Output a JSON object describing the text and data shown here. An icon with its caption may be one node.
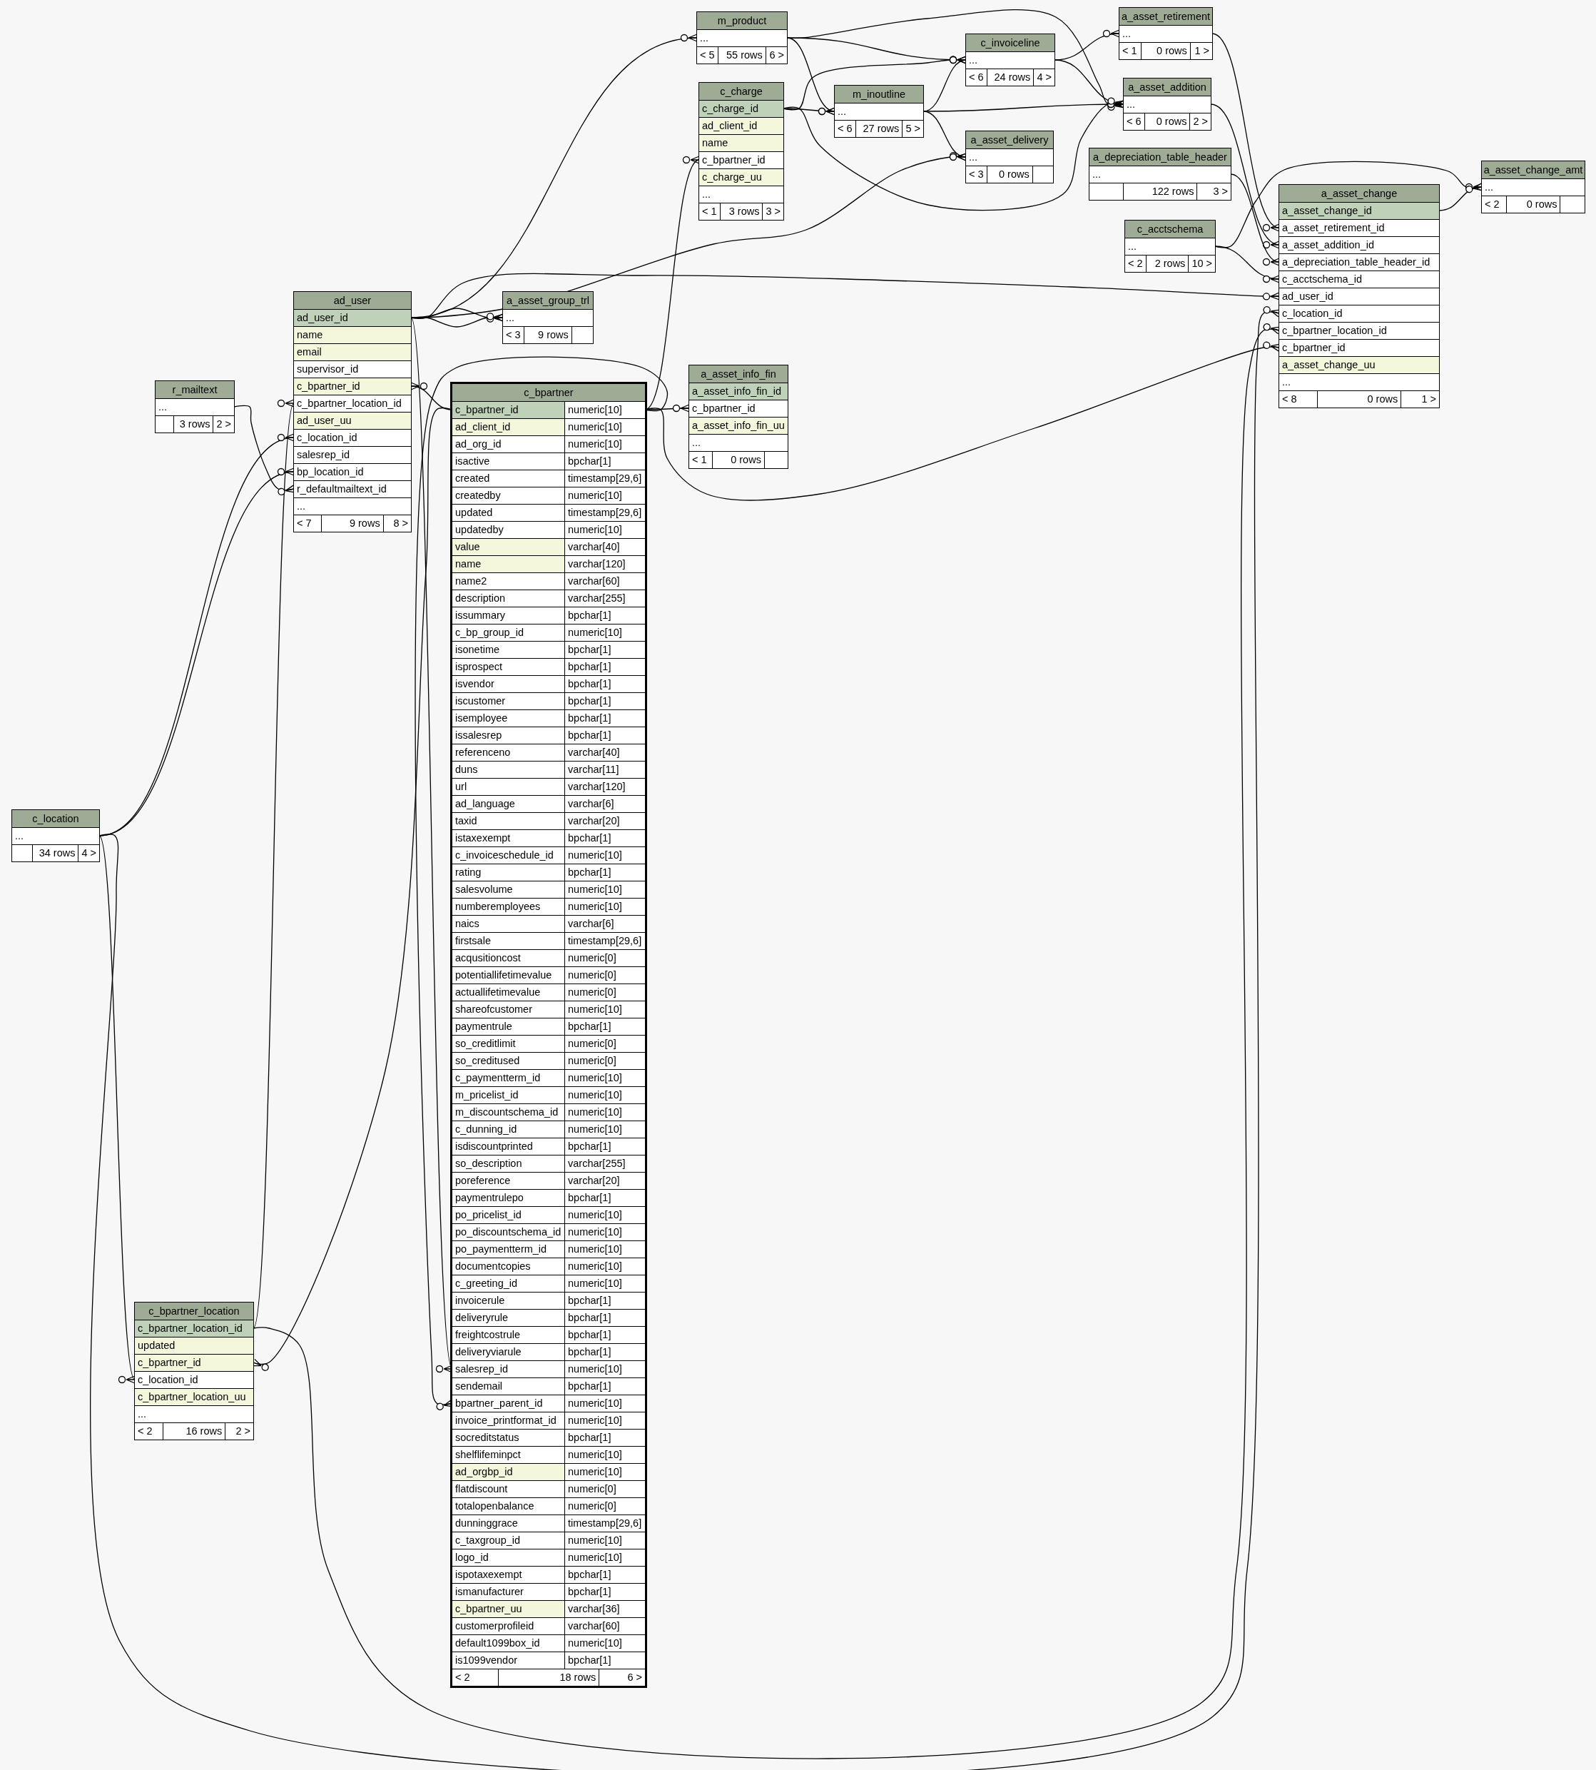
{
  "diagram": {
    "nodes": [
      {
        "text": [
          "m_product"
        ]
      },
      {
        "text": [
          "..."
        ],
        "in": 0
      },
      {
        "text": [
          "< 5"
        ],
        "in": 0
      },
      {
        "text": [
          "55 rows"
        ],
        "in": 0
      },
      {
        "text": [
          "6 >"
        ],
        "in": 0
      },
      {
        "text": [
          "c_invoiceline"
        ]
      },
      {
        "text": [
          "..."
        ],
        "in": 5
      },
      {
        "text": [
          "< 6"
        ],
        "in": 5
      },
      {
        "text": [
          "24 rows"
        ],
        "in": 5
      },
      {
        "text": [
          "4 >"
        ],
        "in": 5
      },
      {
        "text": [
          "a_asset_retirement"
        ]
      },
      {
        "text": [
          "..."
        ],
        "in": 10
      },
      {
        "text": [
          "< 1"
        ],
        "in": 10
      },
      {
        "text": [
          "0 rows"
        ],
        "in": 10
      },
      {
        "text": [
          "1 >"
        ],
        "in": 10
      },
      {
        "text": [
          "c_charge"
        ]
      },
      {
        "text": [
          "c_charge_id"
        ],
        "in": 15
      },
      {
        "text": [
          "ad_client_id"
        ],
        "in": 15
      },
      {
        "text": [
          "name"
        ],
        "in": 15
      },
      {
        "text": [
          "c_bpartner_id"
        ],
        "in": 15
      },
      {
        "text": [
          "c_charge_uu"
        ],
        "in": 15
      },
      {
        "text": [
          "..."
        ],
        "in": 15
      },
      {
        "text": [
          "< 1"
        ],
        "in": 15
      },
      {
        "text": [
          "3 rows"
        ],
        "in": 15
      },
      {
        "text": [
          "3 >"
        ],
        "in": 15
      },
      {
        "text": [
          "m_inoutline"
        ]
      },
      {
        "text": [
          "..."
        ],
        "in": 25
      },
      {
        "text": [
          "< 6"
        ],
        "in": 25
      },
      {
        "text": [
          "27 rows"
        ],
        "in": 25
      },
      {
        "text": [
          "5 >"
        ],
        "in": 25
      },
      {
        "text": [
          "a_asset_addition"
        ]
      },
      {
        "text": [
          "..."
        ],
        "in": 30
      },
      {
        "text": [
          "< 6"
        ],
        "in": 30
      },
      {
        "text": [
          "0 rows"
        ],
        "in": 30
      },
      {
        "text": [
          "2 >"
        ],
        "in": 30
      },
      {
        "text": [
          "a_asset_delivery"
        ]
      },
      {
        "text": [
          "..."
        ],
        "in": 35
      },
      {
        "text": [
          "< 3"
        ],
        "in": 35
      },
      {
        "text": [
          "0 rows"
        ],
        "in": 35
      },
      {
        "text": [],
        "shape": "box",
        "in": 35
      },
      {
        "text": [
          "a_depreciation_table_header"
        ]
      },
      {
        "text": [
          "..."
        ],
        "in": 40
      },
      {
        "text": [],
        "shape": "box",
        "in": 40
      },
      {
        "text": [
          "122 rows"
        ],
        "in": 40
      },
      {
        "text": [
          "3 >"
        ],
        "in": 40
      },
      {
        "text": [
          "a_asset_change_amt"
        ]
      },
      {
        "text": [
          "..."
        ],
        "in": 45
      },
      {
        "text": [
          "< 2"
        ],
        "in": 45
      },
      {
        "text": [
          "0 rows"
        ],
        "in": 45
      },
      {
        "text": [],
        "shape": "box",
        "in": 45
      },
      {
        "text": [
          "a_asset_change"
        ]
      },
      {
        "text": [
          "a_asset_change_id"
        ],
        "in": 50
      },
      {
        "text": [
          "a_asset_retirement_id"
        ],
        "in": 50
      },
      {
        "text": [
          "a_asset_addition_id"
        ],
        "in": 50
      },
      {
        "text": [
          "a_depreciation_table_header_id"
        ],
        "in": 50
      },
      {
        "text": [
          "c_acctschema_id"
        ],
        "in": 50
      },
      {
        "text": [
          "ad_user_id"
        ],
        "in": 50
      },
      {
        "text": [
          "c_location_id"
        ],
        "in": 50
      },
      {
        "text": [
          "c_bpartner_location_id"
        ],
        "in": 50
      },
      {
        "text": [
          "c_bpartner_id"
        ],
        "in": 50
      },
      {
        "text": [
          "a_asset_change_uu"
        ],
        "in": 50
      },
      {
        "text": [
          "..."
        ],
        "in": 50
      },
      {
        "text": [
          "< 8"
        ],
        "in": 50
      },
      {
        "text": [
          "0 rows"
        ],
        "in": 50
      },
      {
        "text": [
          "1 >"
        ],
        "in": 50
      },
      {
        "text": [
          "c_acctschema"
        ]
      },
      {
        "text": [
          "..."
        ],
        "in": 65
      },
      {
        "text": [
          "< 2"
        ],
        "in": 65
      },
      {
        "text": [
          "2 rows"
        ],
        "in": 65
      },
      {
        "text": [
          "10 >"
        ],
        "in": 65
      },
      {
        "text": [
          "ad_user"
        ]
      },
      {
        "text": [
          "ad_user_id"
        ],
        "in": 70
      },
      {
        "text": [
          "name"
        ],
        "in": 70
      },
      {
        "text": [
          "email"
        ],
        "in": 70
      },
      {
        "text": [
          "supervisor_id"
        ],
        "in": 70
      },
      {
        "text": [
          "c_bpartner_id"
        ],
        "in": 70
      },
      {
        "text": [
          "c_bpartner_location_id"
        ],
        "in": 70
      },
      {
        "text": [
          "ad_user_uu"
        ],
        "in": 70
      },
      {
        "text": [
          "c_location_id"
        ],
        "in": 70
      },
      {
        "text": [
          "salesrep_id"
        ],
        "in": 70
      },
      {
        "text": [
          "bp_location_id"
        ],
        "in": 70
      },
      {
        "text": [
          "r_defaultmailtext_id"
        ],
        "in": 70
      },
      {
        "text": [
          "..."
        ],
        "in": 70
      },
      {
        "text": [
          "< 7"
        ],
        "in": 70
      },
      {
        "text": [
          "9 rows"
        ],
        "in": 70
      },
      {
        "text": [
          "8 >"
        ],
        "in": 70
      },
      {
        "text": [
          "a_asset_group_trl"
        ]
      },
      {
        "text": [
          "..."
        ],
        "in": 86
      },
      {
        "text": [
          "< 3"
        ],
        "in": 86
      },
      {
        "text": [
          "9 rows"
        ],
        "in": 86
      },
      {
        "text": [],
        "shape": "box",
        "in": 86
      },
      {
        "text": [
          "r_mailtext"
        ]
      },
      {
        "text": [
          "..."
        ],
        "in": 91
      },
      {
        "text": [],
        "shape": "box",
        "in": 91
      },
      {
        "text": [
          "3 rows"
        ],
        "in": 91
      },
      {
        "text": [
          "2 >"
        ],
        "in": 91
      },
      {
        "text": [
          "a_asset_info_fin"
        ]
      },
      {
        "text": [
          "a_asset_info_fin_id"
        ],
        "in": 96
      },
      {
        "text": [
          "c_bpartner_id"
        ],
        "in": 96
      },
      {
        "text": [
          "a_asset_info_fin_uu"
        ],
        "in": 96
      },
      {
        "text": [
          "..."
        ],
        "in": 96
      },
      {
        "text": [
          "< 1"
        ],
        "in": 96
      },
      {
        "text": [
          "0 rows"
        ],
        "in": 96
      },
      {
        "text": [],
        "shape": "box",
        "in": 96
      },
      {
        "text": [
          "c_bpartner"
        ]
      },
      {
        "text": [
          "c_bpartner_id",
          "numeric[10]"
        ],
        "in": 104
      },
      {
        "text": [
          "ad_client_id",
          "numeric[10]"
        ],
        "in": 104
      },
      {
        "text": [
          "ad_org_id",
          "numeric[10]"
        ],
        "in": 104
      },
      {
        "text": [
          "isactive",
          "bpchar[1]"
        ],
        "in": 104
      },
      {
        "text": [
          "created",
          "timestamp[29,6]"
        ],
        "in": 104
      },
      {
        "text": [
          "createdby",
          "numeric[10]"
        ],
        "in": 104
      },
      {
        "text": [
          "updated",
          "timestamp[29,6]"
        ],
        "in": 104
      },
      {
        "text": [
          "updatedby",
          "numeric[10]"
        ],
        "in": 104
      },
      {
        "text": [
          "value",
          "varchar[40]"
        ],
        "in": 104
      },
      {
        "text": [
          "name",
          "varchar[120]"
        ],
        "in": 104
      },
      {
        "text": [
          "name2",
          "varchar[60]"
        ],
        "in": 104
      },
      {
        "text": [
          "description",
          "varchar[255]"
        ],
        "in": 104
      },
      {
        "text": [
          "issummary",
          "bpchar[1]"
        ],
        "in": 104
      },
      {
        "text": [
          "c_bp_group_id",
          "numeric[10]"
        ],
        "in": 104
      },
      {
        "text": [
          "isonetime",
          "bpchar[1]"
        ],
        "in": 104
      },
      {
        "text": [
          "isprospect",
          "bpchar[1]"
        ],
        "in": 104
      },
      {
        "text": [
          "isvendor",
          "bpchar[1]"
        ],
        "in": 104
      },
      {
        "text": [
          "iscustomer",
          "bpchar[1]"
        ],
        "in": 104
      },
      {
        "text": [
          "isemployee",
          "bpchar[1]"
        ],
        "in": 104
      },
      {
        "text": [
          "issalesrep",
          "bpchar[1]"
        ],
        "in": 104
      },
      {
        "text": [
          "referenceno",
          "varchar[40]"
        ],
        "in": 104
      },
      {
        "text": [
          "duns",
          "varchar[11]"
        ],
        "in": 104
      },
      {
        "text": [
          "url",
          "varchar[120]"
        ],
        "in": 104
      },
      {
        "text": [
          "ad_language",
          "varchar[6]"
        ],
        "in": 104
      },
      {
        "text": [
          "taxid",
          "varchar[20]"
        ],
        "in": 104
      },
      {
        "text": [
          "istaxexempt",
          "bpchar[1]"
        ],
        "in": 104
      },
      {
        "text": [
          "c_invoiceschedule_id",
          "numeric[10]"
        ],
        "in": 104
      },
      {
        "text": [
          "rating",
          "bpchar[1]"
        ],
        "in": 104
      },
      {
        "text": [
          "salesvolume",
          "numeric[10]"
        ],
        "in": 104
      },
      {
        "text": [
          "numberemployees",
          "numeric[10]"
        ],
        "in": 104
      },
      {
        "text": [
          "naics",
          "varchar[6]"
        ],
        "in": 104
      },
      {
        "text": [
          "firstsale",
          "timestamp[29,6]"
        ],
        "in": 104
      },
      {
        "text": [
          "acqusitioncost",
          "numeric[0]"
        ],
        "in": 104
      },
      {
        "text": [
          "potentiallifetimevalue",
          "numeric[0]"
        ],
        "in": 104
      },
      {
        "text": [
          "actuallifetimevalue",
          "numeric[0]"
        ],
        "in": 104
      },
      {
        "text": [
          "shareofcustomer",
          "numeric[10]"
        ],
        "in": 104
      },
      {
        "text": [
          "paymentrule",
          "bpchar[1]"
        ],
        "in": 104
      },
      {
        "text": [
          "so_creditlimit",
          "numeric[0]"
        ],
        "in": 104
      },
      {
        "text": [
          "so_creditused",
          "numeric[0]"
        ],
        "in": 104
      },
      {
        "text": [
          "c_paymentterm_id",
          "numeric[10]"
        ],
        "in": 104
      },
      {
        "text": [
          "m_pricelist_id",
          "numeric[10]"
        ],
        "in": 104
      },
      {
        "text": [
          "m_discountschema_id",
          "numeric[10]"
        ],
        "in": 104
      },
      {
        "text": [
          "c_dunning_id",
          "numeric[10]"
        ],
        "in": 104
      },
      {
        "text": [
          "isdiscountprinted",
          "bpchar[1]"
        ],
        "in": 104
      },
      {
        "text": [
          "so_description",
          "varchar[255]"
        ],
        "in": 104
      },
      {
        "text": [
          "poreference",
          "varchar[20]"
        ],
        "in": 104
      },
      {
        "text": [
          "paymentrulepo",
          "bpchar[1]"
        ],
        "in": 104
      },
      {
        "text": [
          "po_pricelist_id",
          "numeric[10]"
        ],
        "in": 104
      },
      {
        "text": [
          "po_discountschema_id",
          "numeric[10]"
        ],
        "in": 104
      },
      {
        "text": [
          "po_paymentterm_id",
          "numeric[10]"
        ],
        "in": 104
      },
      {
        "text": [
          "documentcopies",
          "numeric[10]"
        ],
        "in": 104
      },
      {
        "text": [
          "c_greeting_id",
          "numeric[10]"
        ],
        "in": 104
      },
      {
        "text": [
          "invoicerule",
          "bpchar[1]"
        ],
        "in": 104
      },
      {
        "text": [
          "deliveryrule",
          "bpchar[1]"
        ],
        "in": 104
      },
      {
        "text": [
          "freightcostrule",
          "bpchar[1]"
        ],
        "in": 104
      },
      {
        "text": [
          "deliveryviarule",
          "bpchar[1]"
        ],
        "in": 104
      },
      {
        "text": [
          "salesrep_id",
          "numeric[10]"
        ],
        "in": 104
      },
      {
        "text": [
          "sendemail",
          "bpchar[1]"
        ],
        "in": 104
      },
      {
        "text": [
          "bpartner_parent_id",
          "numeric[10]"
        ],
        "in": 104
      },
      {
        "text": [
          "invoice_printformat_id",
          "numeric[10]"
        ],
        "in": 104
      },
      {
        "text": [
          "socreditstatus",
          "bpchar[1]"
        ],
        "in": 104
      },
      {
        "text": [
          "shelflifeminpct",
          "numeric[10]"
        ],
        "in": 104
      },
      {
        "text": [
          "ad_orgbp_id",
          "numeric[10]"
        ],
        "in": 104
      },
      {
        "text": [
          "flatdiscount",
          "numeric[0]"
        ],
        "in": 104
      },
      {
        "text": [
          "totalopenbalance",
          "numeric[0]"
        ],
        "in": 104
      },
      {
        "text": [
          "dunninggrace",
          "timestamp[29,6]"
        ],
        "in": 104
      },
      {
        "text": [
          "c_taxgroup_id",
          "numeric[10]"
        ],
        "in": 104
      },
      {
        "text": [
          "logo_id",
          "numeric[10]"
        ],
        "in": 104
      },
      {
        "text": [
          "ispotaxexempt",
          "bpchar[1]"
        ],
        "in": 104
      },
      {
        "text": [
          "ismanufacturer",
          "bpchar[1]"
        ],
        "in": 104
      },
      {
        "text": [
          "c_bpartner_uu",
          "varchar[36]"
        ],
        "in": 104
      },
      {
        "text": [
          "customerprofileid",
          "varchar[60]"
        ],
        "in": 104
      },
      {
        "text": [
          "default1099box_id",
          "numeric[10]"
        ],
        "in": 104
      },
      {
        "text": [
          "is1099vendor",
          "bpchar[1]"
        ],
        "in": 104
      },
      {
        "text": [
          "< 2"
        ],
        "in": 104
      },
      {
        "text": [
          "18 rows"
        ],
        "in": 104
      },
      {
        "text": [
          "6 >"
        ],
        "in": 104
      },
      {
        "text": [
          "c_location"
        ]
      },
      {
        "text": [
          "..."
        ],
        "in": 182
      },
      {
        "text": [],
        "shape": "box",
        "in": 182
      },
      {
        "text": [
          "34 rows"
        ],
        "in": 182
      },
      {
        "text": [
          "4 >"
        ],
        "in": 182
      },
      {
        "text": [
          "c_bpartner_location"
        ]
      },
      {
        "text": [
          "c_bpartner_location_id"
        ],
        "in": 187
      },
      {
        "text": [
          "updated"
        ],
        "in": 187
      },
      {
        "text": [
          "c_bpartner_id"
        ],
        "in": 187
      },
      {
        "text": [
          "c_location_id"
        ],
        "in": 187
      },
      {
        "text": [
          "c_bpartner_location_uu"
        ],
        "in": 187
      },
      {
        "text": [
          "..."
        ],
        "in": 187
      },
      {
        "text": [
          "< 2"
        ],
        "in": 187
      },
      {
        "text": [
          "16 rows"
        ],
        "in": 187
      },
      {
        "text": [
          "2 >"
        ],
        "in": 187
      }
    ],
    "edges": [
      {
        "from": 87,
        "to": 71,
        "arrow": "other"
      },
      {
        "from": 87,
        "to": 71,
        "arrow": "other"
      },
      {
        "from": 1,
        "to": 71,
        "arrow": "other"
      },
      {
        "from": 36,
        "to": 71,
        "arrow": "other"
      },
      {
        "from": 56,
        "to": 71,
        "arrow": "other"
      },
      {
        "from": 98,
        "to": 105,
        "arrow": "other"
      },
      {
        "from": 19,
        "to": 105,
        "arrow": "other"
      },
      {
        "from": 75,
        "to": 105,
        "arrow": "other"
      },
      {
        "from": 161,
        "to": 71,
        "arrow": "other"
      },
      {
        "from": 163,
        "to": 105,
        "arrow": "other"
      },
      {
        "from": 76,
        "to": 188,
        "arrow": "other"
      },
      {
        "from": 190,
        "to": 105,
        "arrow": "other"
      },
      {
        "from": 191,
        "to": 183,
        "arrow": "other"
      },
      {
        "from": 78,
        "to": 183,
        "arrow": "other"
      },
      {
        "from": 80,
        "to": 183,
        "arrow": "other"
      },
      {
        "from": 81,
        "to": 92,
        "arrow": "other"
      },
      {
        "from": 26,
        "to": 1,
        "arrow": "other"
      },
      {
        "from": 26,
        "to": 16,
        "arrow": "other"
      },
      {
        "from": 6,
        "to": 1,
        "arrow": "other"
      },
      {
        "from": 6,
        "to": 16,
        "arrow": "other"
      },
      {
        "from": 6,
        "to": 26,
        "arrow": "other"
      },
      {
        "from": 36,
        "to": 26,
        "arrow": "other"
      },
      {
        "from": 11,
        "to": 6,
        "arrow": "other"
      },
      {
        "from": 31,
        "to": 1,
        "arrow": "other"
      },
      {
        "from": 31,
        "to": 6,
        "arrow": "other"
      },
      {
        "from": 31,
        "to": 26,
        "arrow": "other"
      },
      {
        "from": 31,
        "to": 16,
        "arrow": "other"
      },
      {
        "from": 52,
        "to": 11,
        "arrow": "other"
      },
      {
        "from": 53,
        "to": 31,
        "arrow": "other"
      },
      {
        "from": 54,
        "to": 41,
        "arrow": "other"
      },
      {
        "from": 55,
        "to": 66,
        "arrow": "other"
      },
      {
        "from": 46,
        "to": 51,
        "arrow": "other"
      },
      {
        "from": 46,
        "to": 66,
        "arrow": "other"
      },
      {
        "from": 57,
        "to": 183,
        "arrow": "other"
      },
      {
        "from": 58,
        "to": 188,
        "arrow": "other"
      },
      {
        "from": 59,
        "to": 105,
        "arrow": "other"
      }
    ]
  }
}
